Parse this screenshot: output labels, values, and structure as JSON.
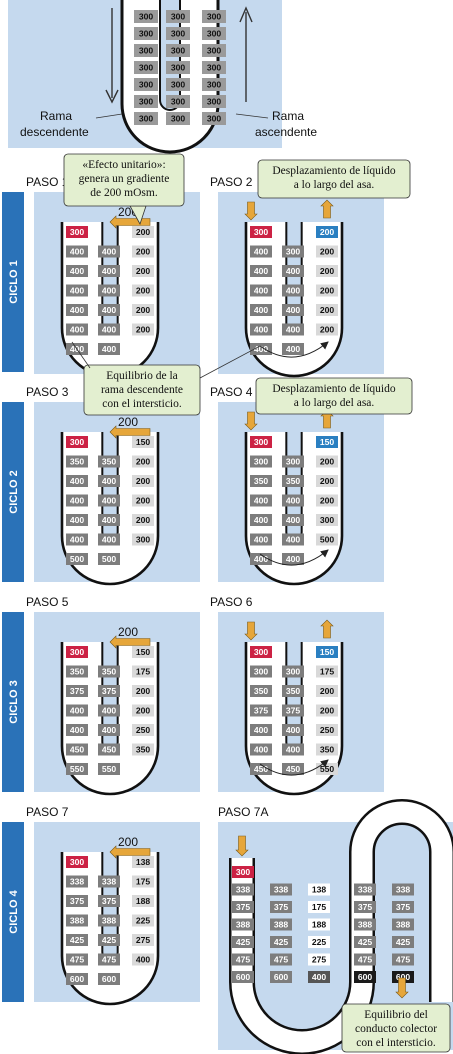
{
  "colors": {
    "panel": "#c5d9ee",
    "tube": "#ffffff",
    "tube_outline": "#111111",
    "desc_cell": "#7d7d7d",
    "asc_cell": "#d9d9d9",
    "hot_cell": "#cc2244",
    "cool_cell": "#2a7fc1",
    "dark_cell": "#1a1a1a",
    "sidebar": "#2a72b8",
    "arrow": "#e6a63a",
    "callout": "#e3efd0"
  },
  "top": {
    "columns": [
      [
        "300",
        "300",
        "300",
        "300",
        "300",
        "300",
        "300"
      ],
      [
        "300",
        "300",
        "300",
        "300",
        "300",
        "300",
        "300"
      ],
      [
        "300",
        "300",
        "300",
        "300",
        "300",
        "300",
        "300"
      ]
    ],
    "label_descending": [
      "Rama",
      "descendente"
    ],
    "label_ascending": [
      "Rama",
      "ascendente"
    ]
  },
  "callouts": {
    "unit_effect": [
      "«Efecto unitario»:",
      "genera un gradiente",
      "de 200 mOsm."
    ],
    "displacement_1": [
      "Desplazamiento de líquido",
      "a lo largo del asa."
    ],
    "equilibrium": [
      "Equilibrio de la",
      "rama descendente",
      "con el intersticio."
    ],
    "displacement_2": [
      "Desplazamiento de líquido",
      "a lo largo del asa."
    ],
    "collecting": [
      "Equilibrio del",
      "conducto colector",
      "con el intersticio."
    ]
  },
  "cycles": [
    "CICLO 1",
    "CICLO 2",
    "CICLO 3",
    "CICLO 4"
  ],
  "steps": [
    {
      "label": "PASO 1",
      "gradient": "200",
      "desc": [
        "300",
        "400",
        "400",
        "400",
        "400",
        "400",
        "400"
      ],
      "inter": [
        "400",
        "400",
        "400",
        "400",
        "400",
        "400"
      ],
      "asc": [
        "200",
        "200",
        "200",
        "200",
        "200",
        "200"
      ]
    },
    {
      "label": "PASO 2",
      "desc": [
        "300",
        "400",
        "400",
        "400",
        "400",
        "400",
        "400"
      ],
      "inter": [
        "300",
        "400",
        "400",
        "400",
        "400",
        "400"
      ],
      "asc": [
        "200",
        "200",
        "200",
        "200",
        "200",
        "200"
      ]
    },
    {
      "label": "PASO 3",
      "gradient": "200",
      "desc": [
        "300",
        "350",
        "400",
        "400",
        "400",
        "400",
        "500"
      ],
      "inter": [
        "350",
        "400",
        "400",
        "400",
        "400",
        "500"
      ],
      "asc": [
        "150",
        "200",
        "200",
        "200",
        "200",
        "300"
      ]
    },
    {
      "label": "PASO 4",
      "desc": [
        "300",
        "300",
        "350",
        "400",
        "400",
        "400",
        "400"
      ],
      "inter": [
        "300",
        "350",
        "400",
        "400",
        "400",
        "400"
      ],
      "asc": [
        "150",
        "200",
        "200",
        "200",
        "300",
        "500"
      ]
    },
    {
      "label": "PASO 5",
      "gradient": "200",
      "desc": [
        "300",
        "350",
        "375",
        "400",
        "400",
        "450",
        "550"
      ],
      "inter": [
        "350",
        "375",
        "400",
        "400",
        "450",
        "550"
      ],
      "asc": [
        "150",
        "175",
        "200",
        "200",
        "250",
        "350"
      ]
    },
    {
      "label": "PASO 6",
      "desc": [
        "300",
        "300",
        "350",
        "375",
        "400",
        "400",
        "450"
      ],
      "inter": [
        "300",
        "350",
        "375",
        "400",
        "400",
        "450"
      ],
      "asc": [
        "150",
        "175",
        "200",
        "200",
        "250",
        "350",
        "550"
      ]
    },
    {
      "label": "PASO 7",
      "gradient": "200",
      "desc": [
        "300",
        "338",
        "375",
        "388",
        "425",
        "475",
        "600"
      ],
      "inter": [
        "338",
        "375",
        "388",
        "425",
        "475",
        "600"
      ],
      "asc": [
        "138",
        "175",
        "188",
        "225",
        "275",
        "400"
      ]
    },
    {
      "label": "PASO 7A",
      "desc": [
        "300",
        "338",
        "375",
        "388",
        "425",
        "475",
        "600"
      ],
      "inter": [
        "338",
        "375",
        "388",
        "425",
        "475",
        "600"
      ],
      "asc": [
        "138",
        "175",
        "188",
        "225",
        "275",
        "400"
      ],
      "cd_inter": [
        "338",
        "375",
        "388",
        "425",
        "475",
        "600"
      ],
      "cd": [
        "338",
        "375",
        "388",
        "425",
        "475",
        "600"
      ]
    }
  ]
}
